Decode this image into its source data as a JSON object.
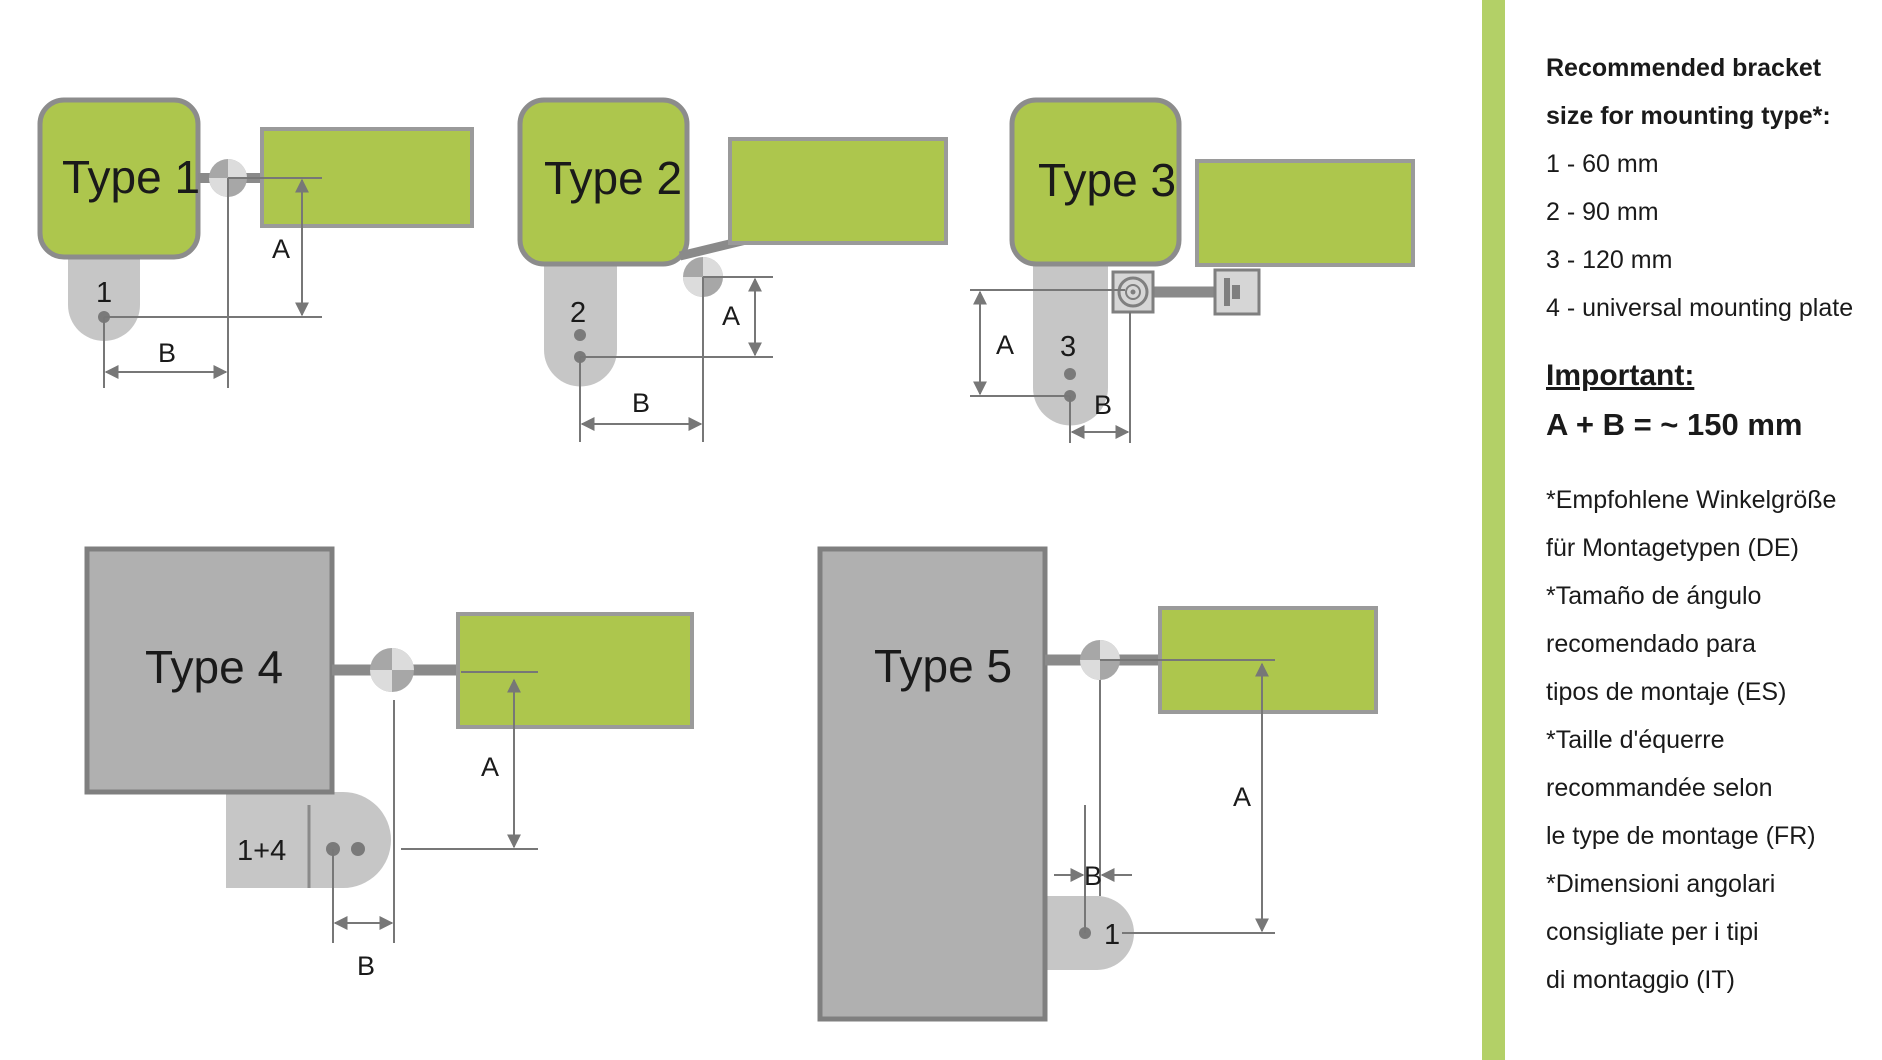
{
  "colors": {
    "green": "#adc64d",
    "gray_box": "#b0b0b0",
    "gray_border": "#7f7f7f",
    "light_gray": "#c6c6c6",
    "line_gray": "#777777",
    "accent_bar": "#b3d067"
  },
  "diagrams": {
    "type1": {
      "label": "Type 1",
      "bracket": "1",
      "a": "A",
      "b": "B"
    },
    "type2": {
      "label": "Type 2",
      "bracket": "2",
      "a": "A",
      "b": "B"
    },
    "type3": {
      "label": "Type 3",
      "bracket": "3",
      "a": "A",
      "b": "B"
    },
    "type4": {
      "label": "Type 4",
      "bracket": "1+4",
      "a": "A",
      "b": "B"
    },
    "type5": {
      "label": "Type 5",
      "bracket": "1",
      "a": "A",
      "b": "B"
    }
  },
  "info": {
    "heading_line1": "Recommended bracket",
    "heading_line2": "size for mounting type*:",
    "sizes": [
      "1 - 60 mm",
      "2 - 90 mm",
      "3 - 120 mm",
      "4 - universal mounting plate"
    ],
    "important_label": "Important:",
    "formula": "A + B = ~ 150 mm",
    "translations": [
      "*Empfohlene Winkelgröße",
      "für Montagetypen (DE)",
      "*Tamaño de ángulo",
      "recomendado para",
      "tipos de montaje (ES)",
      "*Taille d'équerre",
      "recommandée selon",
      "le type de montage (FR)",
      "*Dimensioni angolari",
      "consigliate per i tipi",
      "di montaggio (IT)"
    ]
  }
}
